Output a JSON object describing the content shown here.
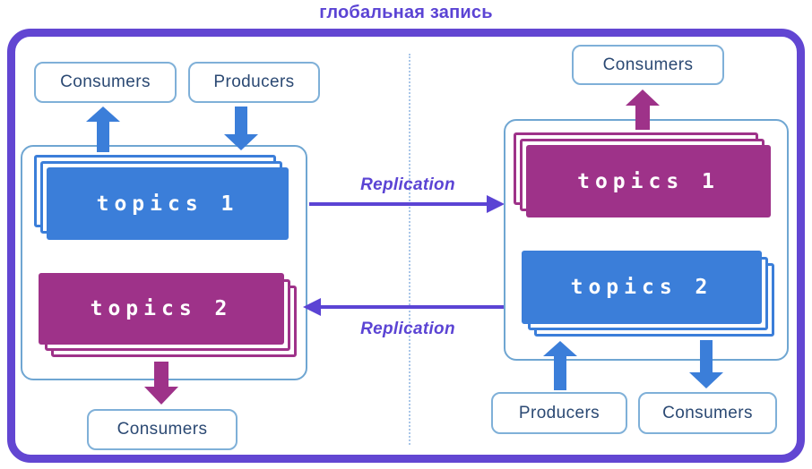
{
  "title": "глобальная запись",
  "left_cluster": {
    "consumers_top": "Consumers",
    "producers_top": "Producers",
    "topics_1": "topics 1",
    "topics_2": "topics 2",
    "consumers_bottom": "Consumers"
  },
  "right_cluster": {
    "consumers_top": "Consumers",
    "topics_1": "topics 1",
    "topics_2": "topics 2",
    "producers_bottom": "Producers",
    "consumers_bottom": "Consumers"
  },
  "replication": {
    "top_label": "Replication",
    "bottom_label": "Replication"
  },
  "colors": {
    "purple_accent": "#5b44d4",
    "frame_purple": "#6246d2",
    "topic_blue": "#3b7ed9",
    "topic_magenta": "#9e3289",
    "node_border_blue": "#7fb0d8",
    "cluster_border_blue": "#6fa6d2",
    "node_text_navy": "#2b4973",
    "separator_blue": "#a9c6e8"
  }
}
